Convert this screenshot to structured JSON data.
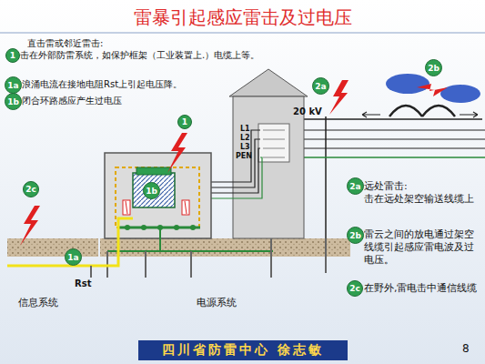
{
  "diagram": {
    "title": "雷暴引起感应雷击及过电压",
    "nodes": [
      {
        "text": [
          "1"
        ]
      },
      {
        "text": [
          "1a"
        ]
      },
      {
        "text": [
          "1b"
        ]
      },
      {
        "text": [
          "2b"
        ]
      },
      {
        "text": [
          "2a"
        ]
      },
      {
        "text": [
          "1"
        ]
      },
      {
        "text": [
          "2c"
        ]
      },
      {
        "text": [
          "1b"
        ]
      },
      {
        "text": [
          "1a"
        ]
      },
      {
        "text": [
          "2a"
        ]
      },
      {
        "text": [
          "2b"
        ]
      },
      {
        "text": [
          "2c"
        ]
      },
      {
        "text": [
          "四川省防雷中心 徐志敏"
        ]
      }
    ],
    "labels": [
      "直击雷或邻近雷击:",
      "击在外部防雷系统，如保护框架（工业装置上.）电缆上等。",
      "浪涌电流在接地电阻Rst上引起电压降。",
      "闭合环路感应产生过电压",
      "20 kV",
      "L1",
      "L2",
      "L3",
      "PEN",
      "远处雷击:",
      "击在远处架空输送线缆上",
      "雷云之间的放电通过架空线缆引起感应雷电波及过电压。",
      "在野外,雷电击中通信线缆",
      "Rst",
      "信息系统",
      "电源系统",
      "8"
    ]
  }
}
